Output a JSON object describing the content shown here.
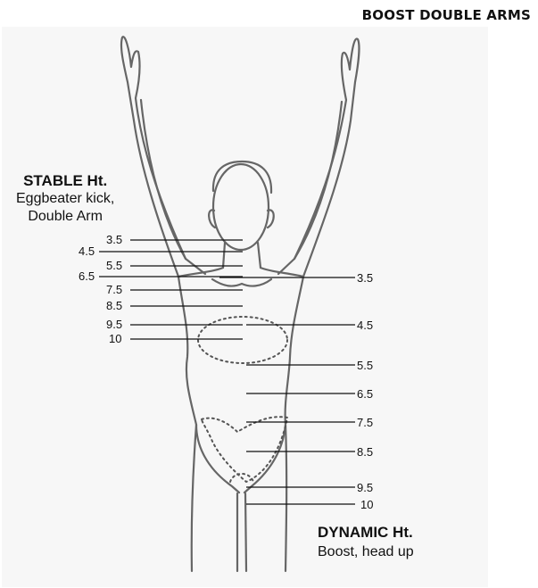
{
  "heading": "BOOST DOUBLE ARMS",
  "stable": {
    "title": "STABLE Ht.",
    "lines": [
      "Eggbeater kick,",
      "Double Arm"
    ]
  },
  "dynamic": {
    "title": "DYNAMIC Ht.",
    "line": "Boost, head up"
  },
  "left_markers": [
    {
      "label": "3.5"
    },
    {
      "label": "4.5"
    },
    {
      "label": "5.5"
    },
    {
      "label": "6.5"
    },
    {
      "label": "7.5"
    },
    {
      "label": "8.5"
    },
    {
      "label": "9.5"
    },
    {
      "label": "10"
    }
  ],
  "right_markers": [
    {
      "label": "3.5"
    },
    {
      "label": "4.5"
    },
    {
      "label": "5.5"
    },
    {
      "label": "6.5"
    },
    {
      "label": "7.5"
    },
    {
      "label": "8.5"
    },
    {
      "label": "9.5"
    },
    {
      "label": "10"
    }
  ]
}
